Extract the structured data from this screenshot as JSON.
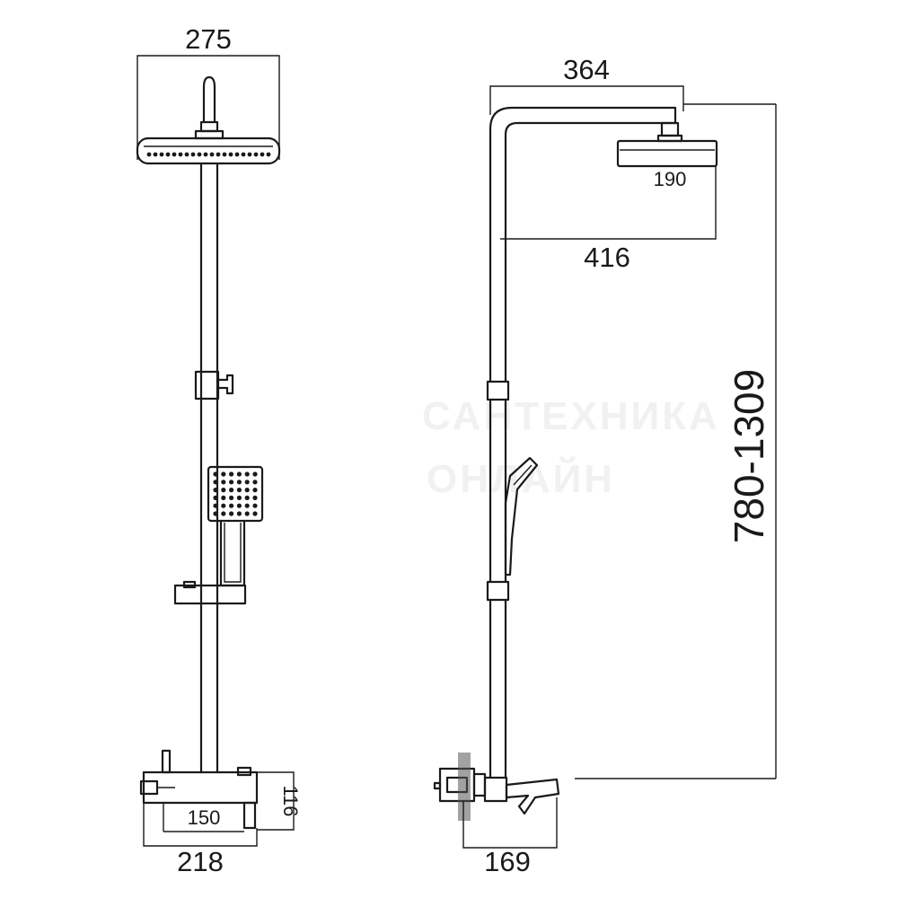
{
  "front_view": {
    "dimensions": {
      "shower_head_width": "275",
      "mixer_depth": "150",
      "mixer_height": "116",
      "mixer_width": "218"
    }
  },
  "side_view": {
    "dimensions": {
      "arm_reach": "364",
      "head_depth": "190",
      "head_reach": "416",
      "height_range": "780-1309",
      "spout_length": "169"
    }
  },
  "watermark": {
    "line1": "САНТЕХНИКА",
    "line2": "ОНЛАЙН"
  }
}
